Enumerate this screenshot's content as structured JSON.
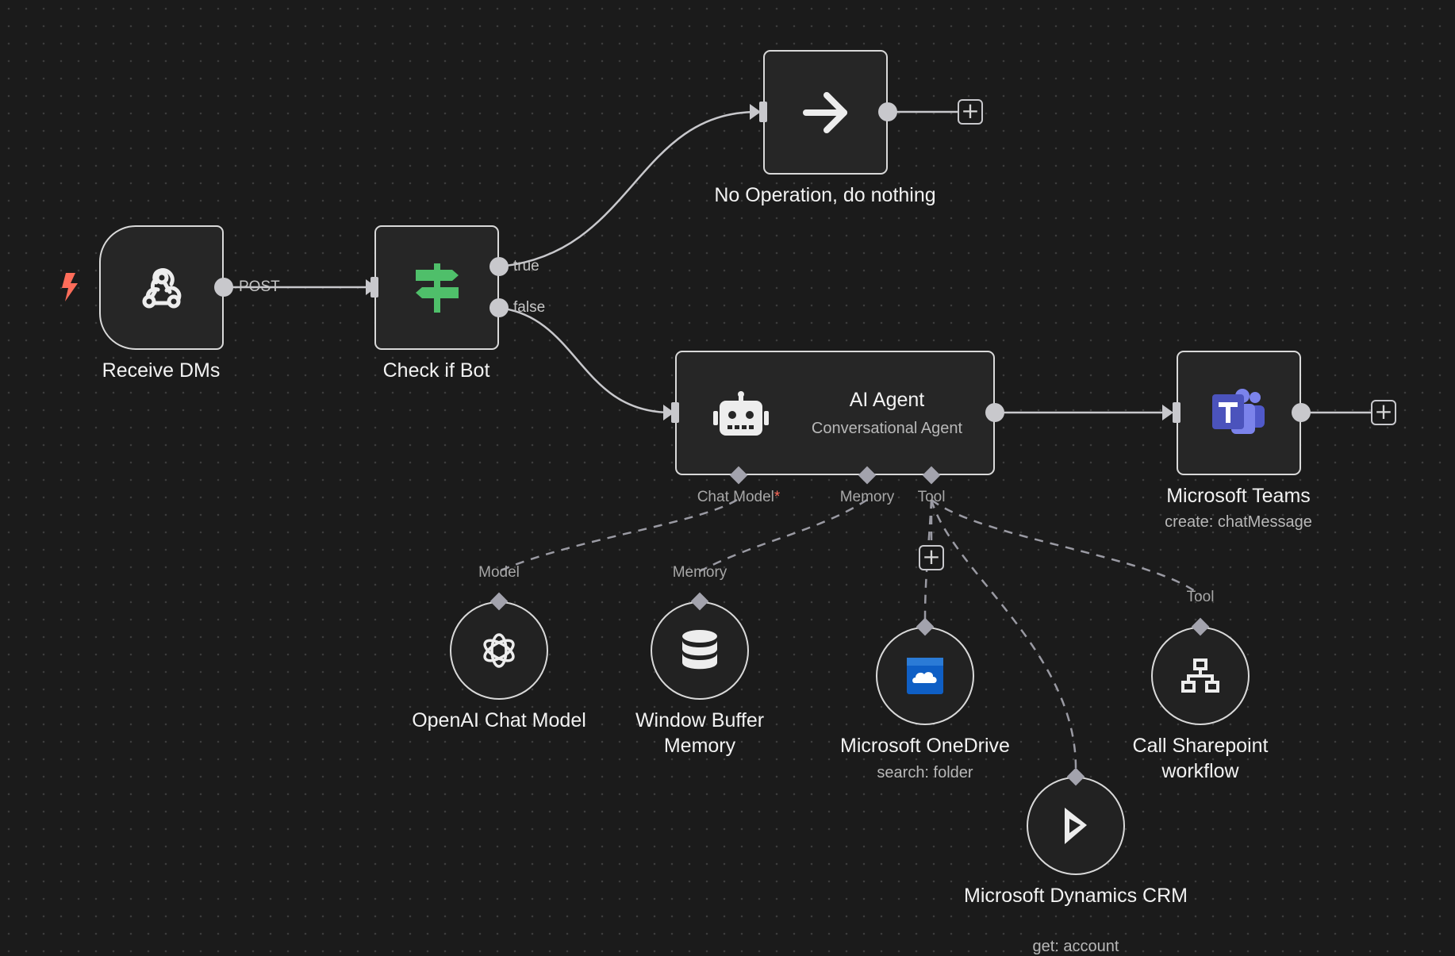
{
  "nodes": {
    "receive_dms": {
      "title": "Receive DMs",
      "icon": "webhook-icon"
    },
    "check_bot": {
      "title": "Check if Bot",
      "icon": "signpost-icon"
    },
    "noop": {
      "title": "No Operation, do nothing",
      "icon": "arrow-right-icon"
    },
    "agent": {
      "title": "AI Agent",
      "subtitle": "Conversational Agent",
      "icon": "robot-icon"
    },
    "teams": {
      "title": "Microsoft Teams",
      "subtitle": "create: chatMessage",
      "icon": "microsoft-teams-icon"
    },
    "openai": {
      "title": "OpenAI Chat Model",
      "icon": "openai-icon"
    },
    "memory": {
      "title": "Window Buffer Memory",
      "icon": "database-icon"
    },
    "onedrive": {
      "title": "Microsoft OneDrive",
      "subtitle": "search: folder",
      "icon": "onedrive-icon"
    },
    "sharepoint": {
      "title": "Call Sharepoint workflow",
      "icon": "sitemap-icon"
    },
    "dynamics": {
      "title": "Microsoft Dynamics CRM",
      "subtitle": "get: account",
      "icon": "dynamics-icon"
    }
  },
  "edge_labels": {
    "post": "POST",
    "true": "true",
    "false": "false"
  },
  "agent_connectors": {
    "chat_model": "Chat Model",
    "required_mark": "*",
    "memory": "Memory",
    "tool": "Tool"
  },
  "sub_connectors": {
    "model": "Model",
    "memory": "Memory",
    "tool": "Tool"
  },
  "colors": {
    "canvas": "#1b1b1b",
    "node_border": "#d9d9d9",
    "trigger_bolt": "#ff6d5a",
    "signpost_green": "#4fbf6a",
    "teams_purple": "#5059c9",
    "onedrive_blue": "#0f5fc5"
  }
}
